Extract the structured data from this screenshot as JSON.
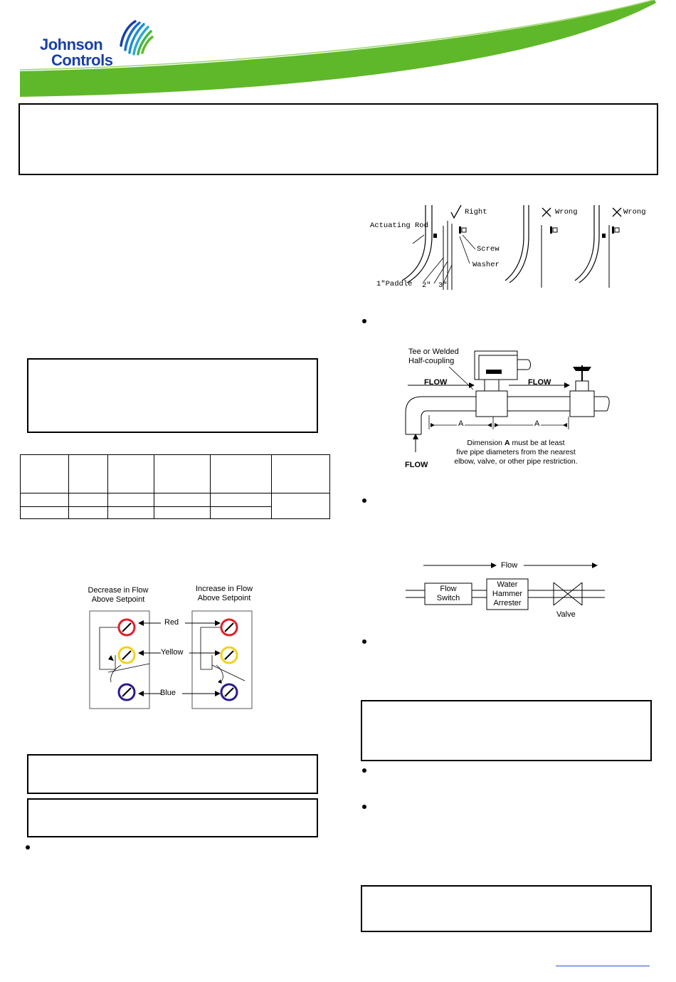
{
  "brand": {
    "name_line1": "Johnson",
    "name_line2": "Controls",
    "logo_icon": "johnson-controls-globe-icon",
    "brand_blue": "#1a3fa8",
    "brand_green": "#5fb82a"
  },
  "paddle_figure": {
    "right_label": "Right",
    "wrong_label_1": "Wrong",
    "wrong_label_2": "Wrong",
    "actuating_rod": "Actuating Rod",
    "screw": "Screw",
    "washer": "Washer",
    "paddle_1": "1\"Paddle",
    "paddle_2": "2\"",
    "paddle_3": "3\""
  },
  "pipe_figure": {
    "tee_line1": "Tee or Welded",
    "tee_line2": "Half-coupling",
    "flow_1": "FLOW",
    "flow_2": "FLOW",
    "flow_bottom": "FLOW",
    "dim_a_1": "A",
    "dim_a_2": "A",
    "note_line1_pre": "Dimension ",
    "note_line1_bold": "A",
    "note_line1_post": " must be at least",
    "note_line2": "five pipe diameters from the nearest",
    "note_line3": "elbow, valve, or other pipe restriction."
  },
  "arrester_figure": {
    "flow": "Flow",
    "flow_switch_1": "Flow",
    "flow_switch_2": "Switch",
    "arrester_1": "Water",
    "arrester_2": "Hammer",
    "arrester_3": "Arrester",
    "valve": "Valve"
  },
  "setpoint_figure": {
    "left_title_1": "Decrease in Flow",
    "left_title_2": "Above Setpoint",
    "right_title_1": "Increase in Flow",
    "right_title_2": "Above Setpoint",
    "red": "Red",
    "yellow": "Yellow",
    "blue": "Blue",
    "red_color": "#e0202a",
    "yellow_color": "#f2d21a",
    "blue_color": "#2a1c8c"
  }
}
